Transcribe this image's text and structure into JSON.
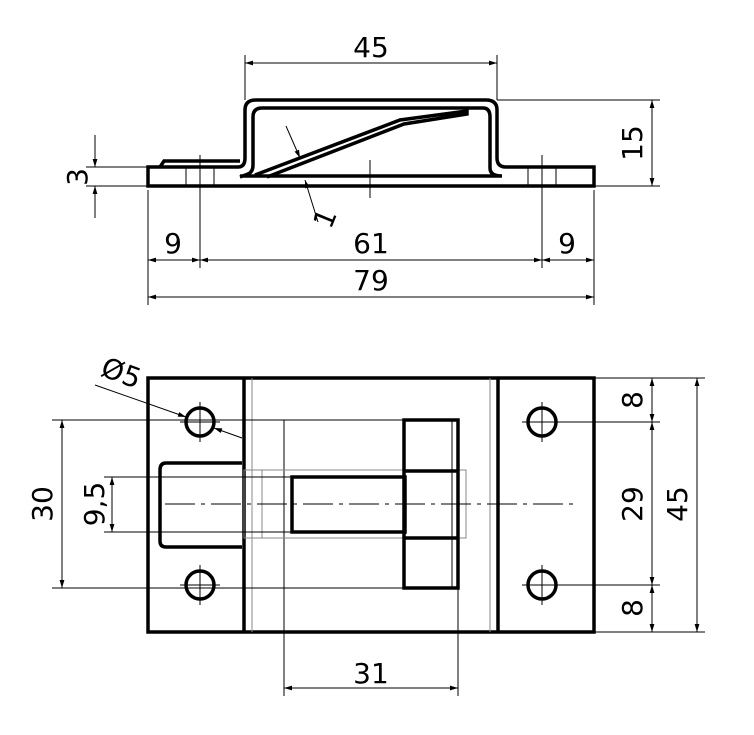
{
  "side_view": {
    "dims": {
      "top_width": "45",
      "height": "15",
      "thickness": "3",
      "spring_thickness": "1",
      "left_hole_offset": "9",
      "hole_spacing": "61",
      "right_hole_offset": "9",
      "overall_length": "79"
    }
  },
  "top_view": {
    "dims": {
      "hole_diameter": "Ø5",
      "bolt_span": "30",
      "bolt_width": "9,5",
      "top_margin": "8",
      "hole_pitch": "29",
      "bottom_margin": "8",
      "overall_width": "45",
      "head_length": "31"
    }
  }
}
